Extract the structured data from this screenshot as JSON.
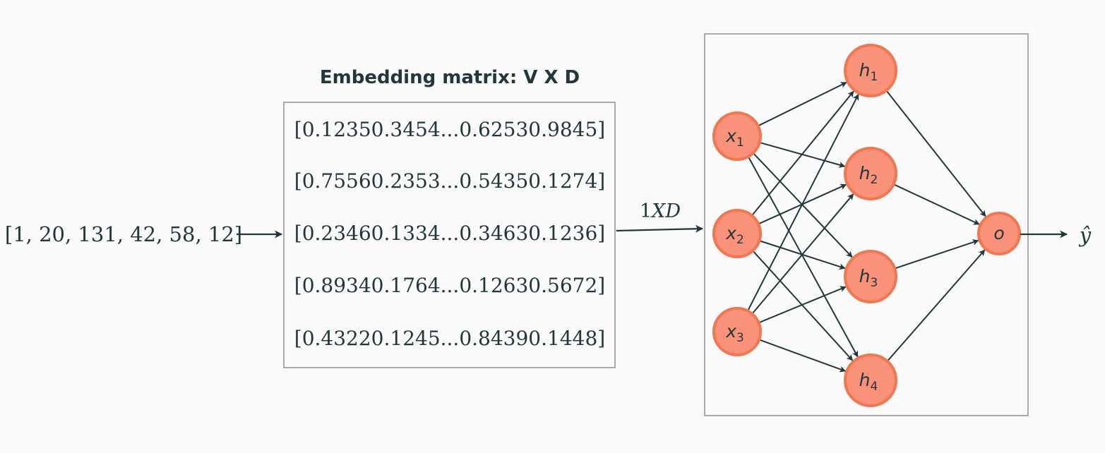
{
  "input_sequence": "[1, 20, 131, 42, 58, 12]",
  "embedding": {
    "title": "Embedding matrix: V X D",
    "rows": [
      "[0.12350.3454...0.62530.9845]",
      "[0.75560.2353...0.54350.1274]",
      "[0.23460.1334...0.34630.1236]",
      "[0.89340.1764...0.12630.5672]",
      "[0.43220.1245...0.84390.1448]"
    ]
  },
  "projection_label": {
    "prefix": "1",
    "italic": "XD"
  },
  "network": {
    "input_nodes": [
      {
        "base": "x",
        "sub": "1"
      },
      {
        "base": "x",
        "sub": "2"
      },
      {
        "base": "x",
        "sub": "3"
      }
    ],
    "hidden_nodes": [
      {
        "base": "h",
        "sub": "1"
      },
      {
        "base": "h",
        "sub": "2"
      },
      {
        "base": "h",
        "sub": "3"
      },
      {
        "base": "h",
        "sub": "4"
      }
    ],
    "output_node": {
      "base": "o"
    },
    "output_label": "ŷ"
  },
  "colors": {
    "node_fill": "#f9917b",
    "node_stroke": "#f0774f",
    "line": "#23373b",
    "box_stroke": "#808080",
    "background": "#fafafa"
  }
}
